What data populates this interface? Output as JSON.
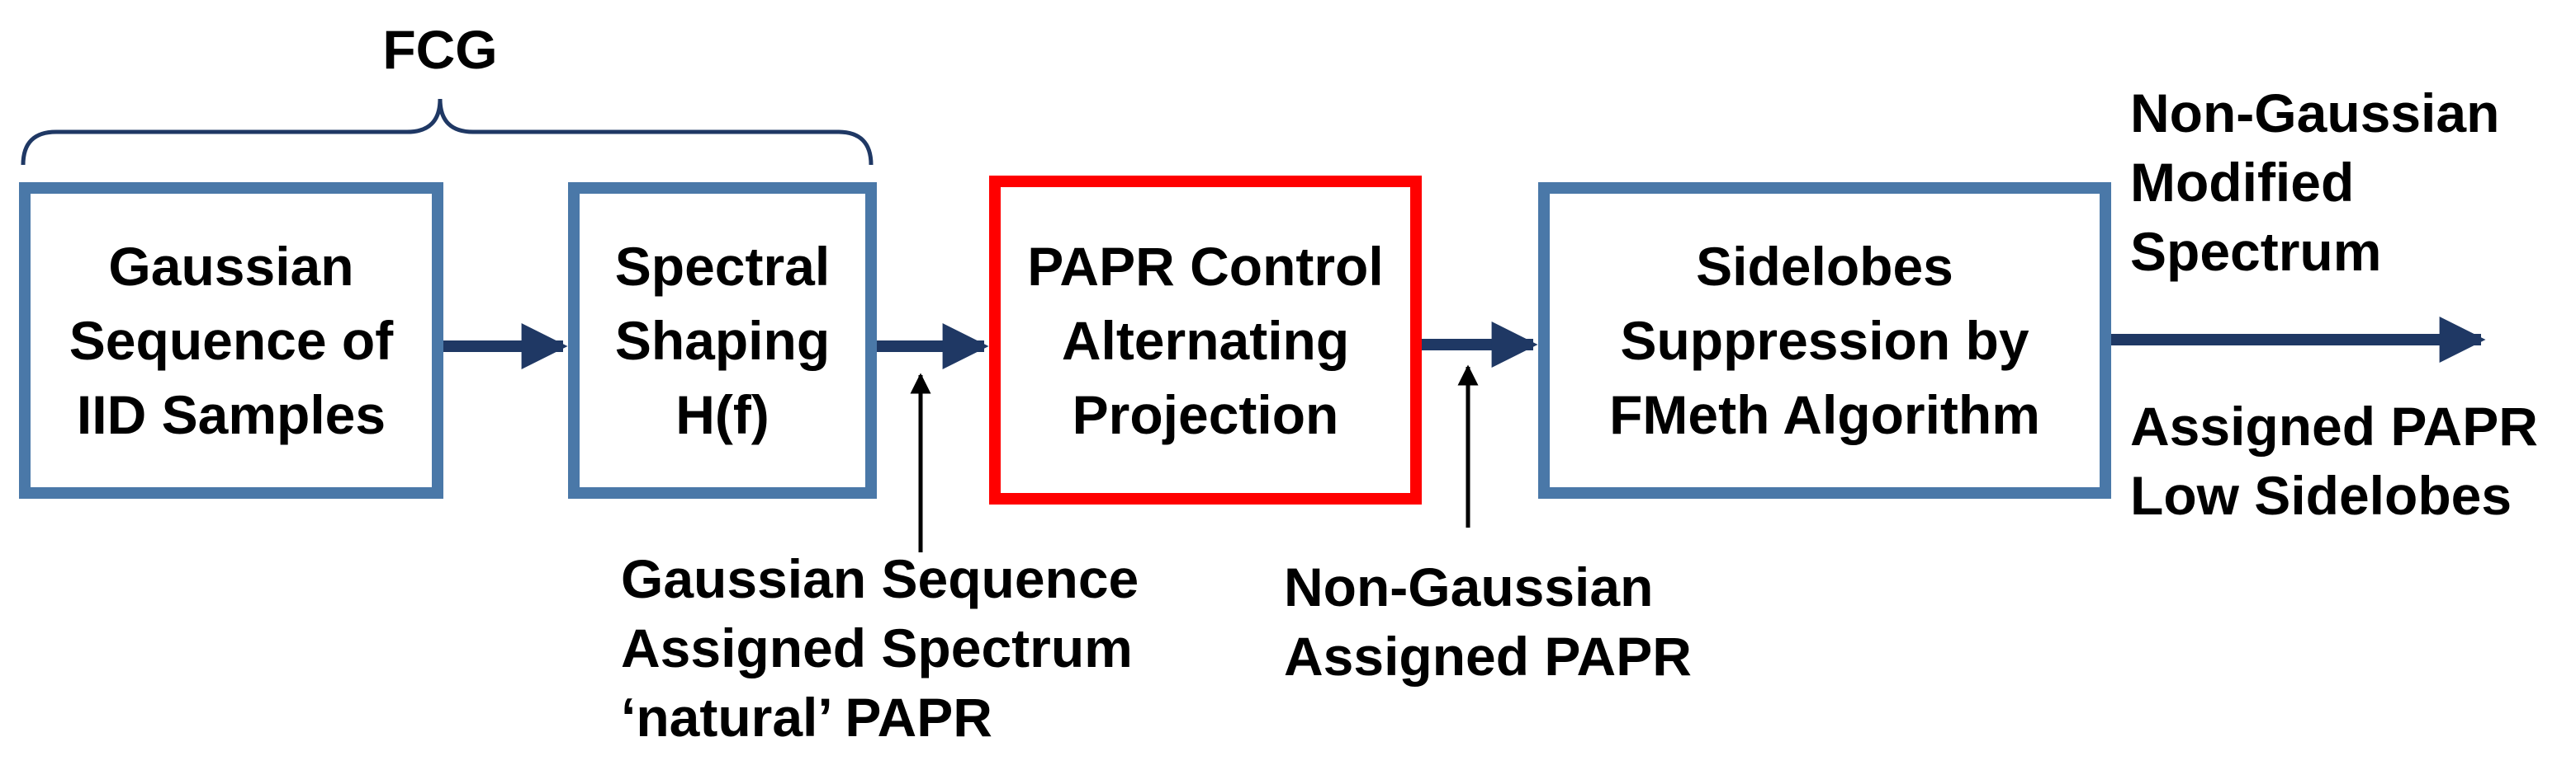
{
  "brace_label": "FCG",
  "colors": {
    "box_border": "#4a78a8",
    "highlight_border": "#ff0000",
    "arrow_dark": "#1f3864",
    "arrow_black": "#000000",
    "brace": "#1f3864",
    "text": "#000000"
  },
  "blocks": [
    {
      "id": "gaussian",
      "lines": [
        "Gaussian",
        "Sequence of",
        "IID Samples"
      ],
      "highlight": false
    },
    {
      "id": "spectral",
      "lines": [
        "Spectral",
        "Shaping",
        "H(f)"
      ],
      "highlight": false
    },
    {
      "id": "papr",
      "lines": [
        "PAPR Control",
        "Alternating",
        "Projection"
      ],
      "highlight": true
    },
    {
      "id": "sidelobes",
      "lines": [
        "Sidelobes",
        "Suppression by",
        "FMeth Algorithm"
      ],
      "highlight": false
    }
  ],
  "annotations": {
    "after_spectral": [
      "Gaussian Sequence",
      "Assigned Spectrum",
      "‘natural’ PAPR"
    ],
    "after_papr": [
      "Non-Gaussian",
      "Assigned PAPR"
    ],
    "output_top": [
      "Non-Gaussian",
      "Modified",
      "Spectrum"
    ],
    "output_bottom": [
      "Assigned PAPR",
      "Low Sidelobes"
    ]
  }
}
